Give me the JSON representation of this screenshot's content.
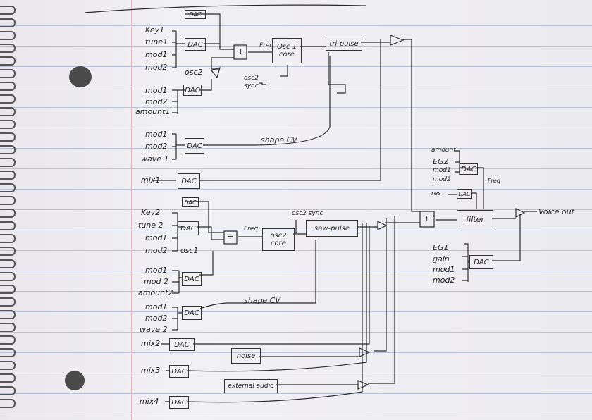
{
  "inputs": {
    "key1": "Key1",
    "tune1": "tune1",
    "mod1_a": "mod1",
    "mod2_a": "mod2",
    "mod1_b": "mod1",
    "mod2_b": "mod2",
    "amount1": "amount1",
    "mod1_c": "mod1",
    "mod2_c": "mod2",
    "wave1": "wave 1",
    "mix1": "mix1",
    "key2": "Key2",
    "tune2": "tune 2",
    "mod1_d": "mod1",
    "mod2_d": "mod2",
    "mod1_e": "mod1",
    "mod2_e": "mod 2",
    "amount2": "amount2",
    "mod1_f": "mod1",
    "mod2_f": "mod2",
    "wave2": "wave 2",
    "mix2": "mix2",
    "mix3": "mix3",
    "mix4": "mix4"
  },
  "blocks": {
    "dac": "DAC",
    "dac_small": "DAC",
    "osc1_core_l1": "Osc 1",
    "osc1_core_l2": "core",
    "tri_pulse": "tri-pulse",
    "osc2_core_l1": "osc2",
    "osc2_core_l2": "core",
    "saw_pulse": "saw-pulse",
    "noise": "noise",
    "external_audio": "external audio",
    "filter": "filter",
    "sum": "+"
  },
  "labels": {
    "freq1": "Freq",
    "freq2": "Freq",
    "osc2_in": "osc2",
    "osc1_in": "osc1",
    "osc2_sync_l1": "osc2",
    "osc2_sync_l2": "sync",
    "osc2_sync_top": "osc2 sync",
    "shape_cv1": "shape CV",
    "shape_cv2": "shape CV",
    "amount": "amount",
    "eg2": "EG2",
    "mod1_g": "mod1",
    "mod2_g": "mod2",
    "res": "res",
    "eg1": "EG1",
    "gain": "gain",
    "mod1_h": "mod1",
    "mod2_h": "mod2",
    "freq_filter": "Freq",
    "voice_out": "Voice out"
  }
}
